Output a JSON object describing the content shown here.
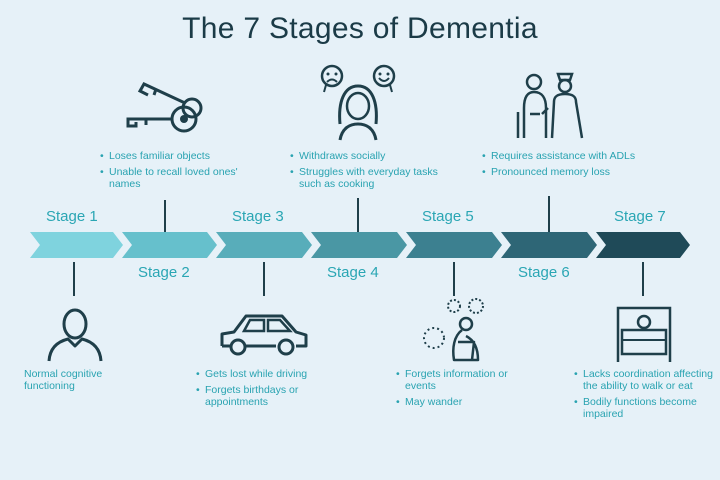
{
  "title": "The 7 Stages of Dementia",
  "colors": {
    "stage1": "#7fd3de",
    "stage2": "#66c0cc",
    "stage3": "#58adba",
    "stage4": "#4a97a4",
    "stage5": "#3c8090",
    "stage6": "#2e6676",
    "stage7": "#1f4a58",
    "text": "#29a3b1",
    "icon": "#1f3f4a"
  },
  "stages": [
    {
      "label": "Stage 1",
      "icon": "person-icon",
      "description": "Normal cognitive functioning"
    },
    {
      "label": "Stage 2",
      "icon": "keys-icon",
      "bullets": [
        "Loses familiar objects",
        "Unable to recall loved ones' names"
      ]
    },
    {
      "label": "Stage 3",
      "icon": "car-icon",
      "bullets": [
        "Gets lost while driving",
        "Forgets birthdays or appointments"
      ]
    },
    {
      "label": "Stage 4",
      "icon": "mood-face-icon",
      "bullets": [
        "Withdraws socially",
        "Struggles with everyday tasks such as cooking"
      ]
    },
    {
      "label": "Stage 5",
      "icon": "sitting-person-icon",
      "bullets": [
        "Forgets information or events",
        "May wander"
      ]
    },
    {
      "label": "Stage 6",
      "icon": "caregiver-icon",
      "bullets": [
        "Requires assistance with ADLs",
        "Pronounced memory loss"
      ]
    },
    {
      "label": "Stage 7",
      "icon": "bed-icon",
      "bullets": [
        "Lacks coordination affecting the ability to walk or eat",
        "Bodily functions become impaired"
      ]
    }
  ]
}
